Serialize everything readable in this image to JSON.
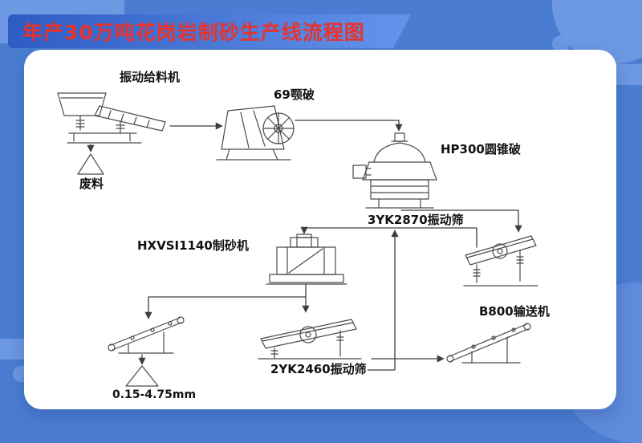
{
  "banner": {
    "title": "年产30万吨花岗岩制砂生产线流程图"
  },
  "labels": {
    "feeder": "振动给料机",
    "waste": "废料",
    "jaw_crusher": "69颚破",
    "cone_crusher": "HP300圆锥破",
    "screen_3yk2870": "3YK2870振动筛",
    "sand_maker": "HXVSI1140制砂机",
    "conveyor_b800": "B800输送机",
    "screen_2yk2460": "2YK2460振动筛",
    "final_product": "0.15-4.75mm"
  },
  "colors": {
    "background": "#4a7dd2",
    "decor_shapes": "#6d99e3",
    "decor_circle_bottom_right": "#5f8bdc",
    "card": "#ffffff",
    "banner_gradient_left": "#2d5cc4",
    "banner_gradient_right": "#6494ea",
    "title_text": "#e8322e",
    "diagram_lines": "#3d3d3d"
  }
}
